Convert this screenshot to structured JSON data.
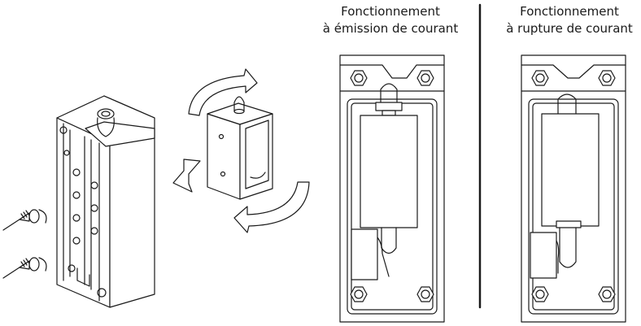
{
  "captions": {
    "left": {
      "line1": "Fonctionnement",
      "line2": "à émission de courant"
    },
    "right": {
      "line1": "Fonctionnement",
      "line2": "à rupture de courant"
    }
  },
  "colors": {
    "stroke": "#1a1a1a",
    "background": "#ffffff"
  },
  "icons": [
    "screw-icon",
    "rotate-arrow-icon",
    "direction-arrow-icon",
    "electromagnet-icon"
  ]
}
